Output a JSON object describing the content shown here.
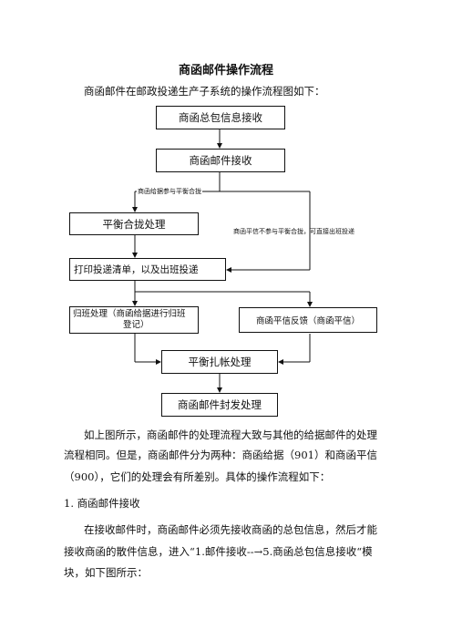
{
  "doc": {
    "title": "商函邮件操作流程",
    "intro": "商函邮件在邮政投递生产子系统的操作流程图如下：",
    "flow": {
      "n1": "商函总包信息接收",
      "n2": "商函邮件接收",
      "branch_left": "商函给据参与平衡合拢",
      "n3": "平衡合拢处理",
      "branch_right": "商函平信不参与平衡合拢，可直接出班投递",
      "n4": "打印投递清单，以及出班投递",
      "n5a": "归班处理（商函给据进行归班",
      "n5b": "登记）",
      "n6": "商函平信反馈（商函平信）",
      "n7": "平衡扎帐处理",
      "n8": "商函邮件封发处理"
    },
    "paragraphs": [
      "如上图所示，商函邮件的处理流程大致与其他的给据邮件的处理",
      "流程相同。但是，商函邮件分为两种：商函给据（901）和商函平信",
      "（900），它们的处理会有所差别。具体的操作流程如下："
    ],
    "section1": "1.  商函邮件接收",
    "p2": [
      "在接收邮件时，商函邮件必须先接收商函的总包信息，然后才能",
      "接收商函的散件信息，进入“1.邮件接收--",
      "5.商函总包信息接收“模",
      "块，如下图所示："
    ],
    "arrow_glyph": "→"
  }
}
